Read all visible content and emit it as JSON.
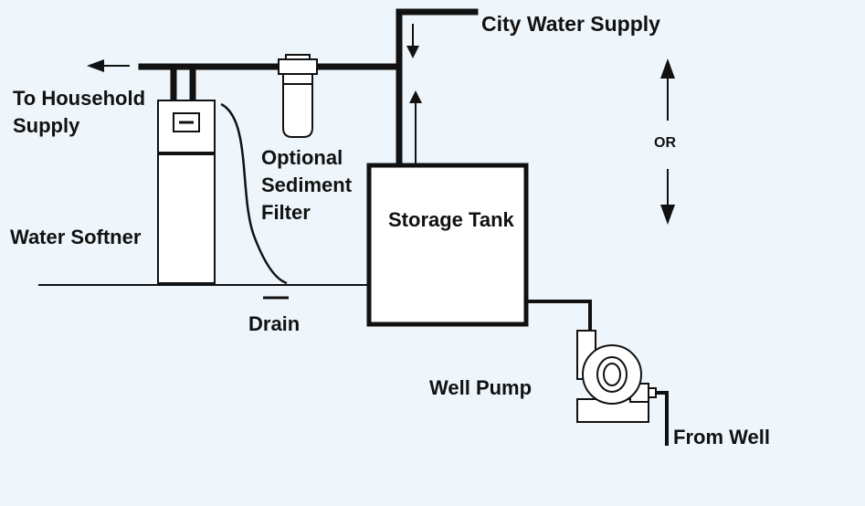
{
  "colors": {
    "background": "#eef6fb",
    "ink": "#111111",
    "fill": "#ffffff"
  },
  "labels": {
    "city_water_supply": "City Water Supply",
    "or": "OR",
    "to_household_1": "To Household",
    "to_household_2": "Supply",
    "optional_1": "Optional",
    "optional_2": "Sediment",
    "optional_3": "Filter",
    "water_softener": "Water Softner",
    "storage_tank": "Storage Tank",
    "drain": "Drain",
    "well_pump": "Well Pump",
    "from_well": "From Well"
  }
}
